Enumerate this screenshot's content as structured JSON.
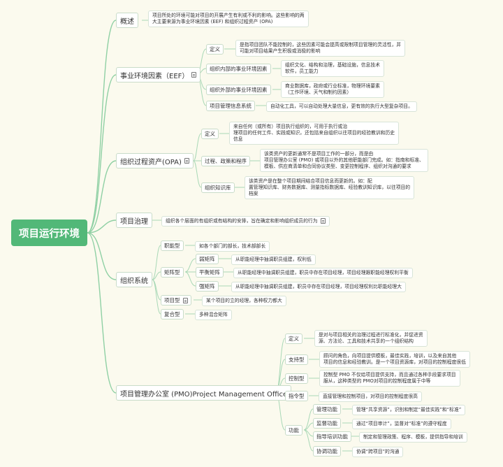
{
  "root": "项目运行环境",
  "overview": {
    "label": "概述",
    "desc": "项目所处的环境可能对项目的开展产生有利或不利的影响。这些影响的两\n大主要来源为事业环境因素 (EEF) 和组织过程资产 (OPA)"
  },
  "eef": {
    "label": "事业环境因素（EEF）",
    "items": [
      {
        "label": "定义",
        "text": "是指项目团队不能控制的，这些因素可能会提高或限制项目管理的灵活性，并\n可能对项目结果产生积极或消极的影响"
      },
      {
        "label": "组织内部的事业环境因素",
        "text": "组织文化、结构和治理，基础设施，信息技术\n软件，员工能力"
      },
      {
        "label": "组织外部的事业环境因素",
        "text": "商业数据库，政府或行业标准，物理环境要素\n（工作环境、天气和制约因素）"
      },
      {
        "label": "项目管理信息系统",
        "text": "自动化工具，可以自动处理大量信息，更有效的执行大型复杂项目。"
      }
    ]
  },
  "opa": {
    "label": "组织过程资产(OPA)",
    "items": [
      {
        "label": "定义",
        "text": "来自任何（或所有）项目执行组织的，可用于执行或治\n理项目的任何工件、实践或知识，还包括来自组织以往项目的经验教训和历史\n信息"
      },
      {
        "label": "过程、政策和程序",
        "text": "该类资产的更新通常不是项目工作的一部分，而是由\n项目管理办公室 (PMO) 或项目以外的其他职能部门完成。如：指南和标准、\n模板、供应商清单和合同协议类型、变更控制程序、组织对沟通的要求"
      },
      {
        "label": "组织知识库",
        "text": "该类资产是在整个项目期间结合项目信息而更新的。如：配\n置管理知识库、财务数据库、测量指标数据库、经验教训知识库，以往项目的\n档案"
      }
    ]
  },
  "governance": {
    "label": "项目治理",
    "desc": "组织各个层面的有组织或有结构的安排，旨在确定和影响组织成员的行为"
  },
  "org": {
    "label": "组织系统",
    "functional": {
      "label": "职能型",
      "text": "如各个部门的部长，技术部部长"
    },
    "matrix": {
      "label": "矩阵型",
      "items": [
        {
          "label": "弱矩阵",
          "text": "从职能经理中抽调职员组建，权利低"
        },
        {
          "label": "平衡矩阵",
          "text": "从职能经理中抽调职员组建，职员中存在项目经理，项目经理跟职能经理权利平衡"
        },
        {
          "label": "强矩阵",
          "text": "从职能经理中抽调职员组建，职员中存在项目经理，项目经理权利比职能经理大"
        }
      ]
    },
    "project": {
      "label": "项目型",
      "text": "某个项目的立的经理，各种权力都大"
    },
    "composite": {
      "label": "复合型",
      "text": "多种混合矩阵"
    }
  },
  "pmo": {
    "label": "项目管理办公室 (PMO)Project Management Office",
    "definition": {
      "label": "定义",
      "text": "是对与项目相关的治理过程进行标准化，并促进资\n源、方法论、工具和技术共享的一个组织结构"
    },
    "types": [
      {
        "label": "支持型",
        "text": "顾问的角色，向项目提供模板，最佳实践，培训，以及来自其他\n项目的信息和经验教训。是一个项目资源库，对项目的控制程度很低"
      },
      {
        "label": "控制型",
        "text": "控制型 PMO 不仅给项目提供支持，而且通过各种手段要求项目\n服从，这种类型的 PMO对项目的控制程度属于中等"
      },
      {
        "label": "指令型",
        "text": "直接管理和控制项目，对项目的控制程度很高"
      }
    ],
    "functions": {
      "label": "功能",
      "items": [
        {
          "label": "管理功能",
          "text": "管理“共享资源”，识别和制定“最佳实践”和“标准”"
        },
        {
          "label": "监督功能",
          "text": "通过“项目审计”，监督对“标准”的遵守程度"
        },
        {
          "label": "指导培训功能",
          "text": "制定和管理政策、程序、模板，提供指导和培训"
        },
        {
          "label": "协调功能",
          "text": "协调“跨项目”的沟通"
        }
      ]
    }
  },
  "colors": {
    "root": "#52b878",
    "branch_line": "#8fd0a4",
    "background": "#fbfaee"
  },
  "icons": [
    "note-icon"
  ]
}
